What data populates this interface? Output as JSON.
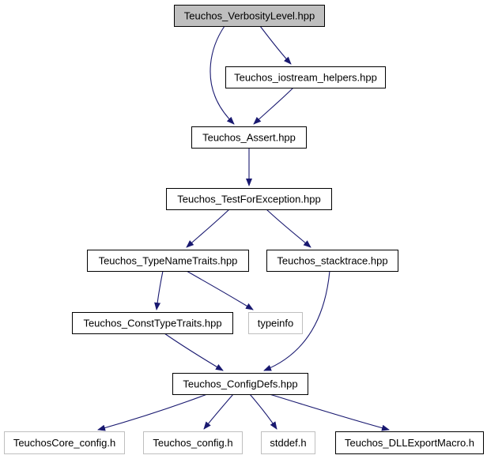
{
  "nodes": [
    {
      "id": "verbosity",
      "label": "Teuchos_VerbosityLevel.hpp",
      "style": "root"
    },
    {
      "id": "iostream",
      "label": "Teuchos_iostream_helpers.hpp",
      "style": "normal"
    },
    {
      "id": "assert",
      "label": "Teuchos_Assert.hpp",
      "style": "normal"
    },
    {
      "id": "testforexc",
      "label": "Teuchos_TestForException.hpp",
      "style": "normal"
    },
    {
      "id": "typenametraits",
      "label": "Teuchos_TypeNameTraits.hpp",
      "style": "normal"
    },
    {
      "id": "stacktrace",
      "label": "Teuchos_stacktrace.hpp",
      "style": "normal"
    },
    {
      "id": "consttypetraits",
      "label": "Teuchos_ConstTypeTraits.hpp",
      "style": "normal"
    },
    {
      "id": "typeinfo",
      "label": "typeinfo",
      "style": "external"
    },
    {
      "id": "configdefs",
      "label": "Teuchos_ConfigDefs.hpp",
      "style": "normal"
    },
    {
      "id": "corecfg",
      "label": "TeuchosCore_config.h",
      "style": "external"
    },
    {
      "id": "teuchoscfg",
      "label": "Teuchos_config.h",
      "style": "external"
    },
    {
      "id": "stddef",
      "label": "stddef.h",
      "style": "external"
    },
    {
      "id": "dllexport",
      "label": "Teuchos_DLLExportMacro.h",
      "style": "normal"
    }
  ],
  "edges": [
    {
      "from": "verbosity",
      "to": "assert"
    },
    {
      "from": "verbosity",
      "to": "iostream"
    },
    {
      "from": "iostream",
      "to": "assert"
    },
    {
      "from": "assert",
      "to": "testforexc"
    },
    {
      "from": "testforexc",
      "to": "typenametraits"
    },
    {
      "from": "testforexc",
      "to": "stacktrace"
    },
    {
      "from": "typenametraits",
      "to": "consttypetraits"
    },
    {
      "from": "typenametraits",
      "to": "typeinfo"
    },
    {
      "from": "consttypetraits",
      "to": "configdefs"
    },
    {
      "from": "stacktrace",
      "to": "configdefs"
    },
    {
      "from": "configdefs",
      "to": "corecfg"
    },
    {
      "from": "configdefs",
      "to": "teuchoscfg"
    },
    {
      "from": "configdefs",
      "to": "stddef"
    },
    {
      "from": "configdefs",
      "to": "dllexport"
    }
  ],
  "colors": {
    "edge": "#191970",
    "root_fill": "#bfbfbf",
    "node_stroke": "#000000",
    "external_stroke": "#bfbfbf",
    "background": "#ffffff"
  }
}
